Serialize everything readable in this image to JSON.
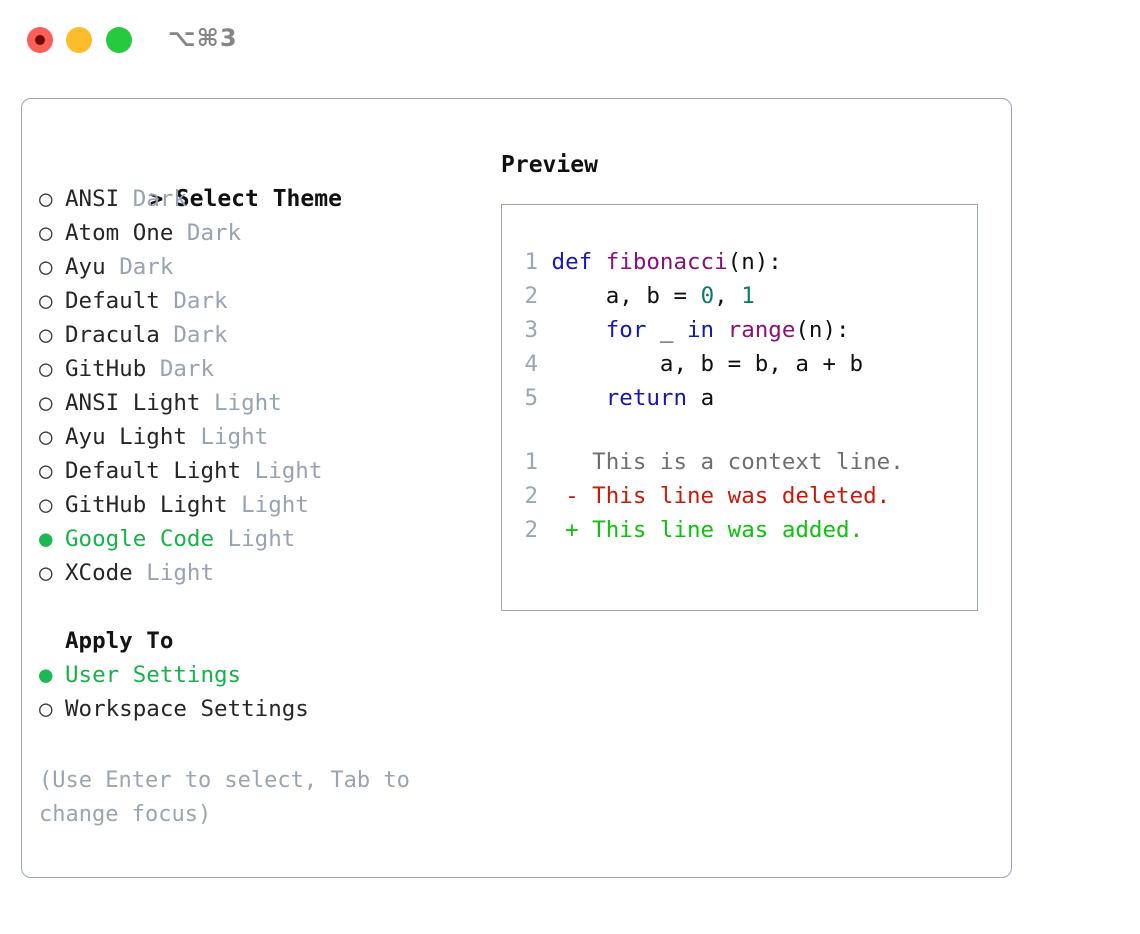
{
  "titlebar": {
    "shortcut": "⌥⌘3",
    "buttons": [
      {
        "name": "close",
        "color": "#fb5f57"
      },
      {
        "name": "minimize",
        "color": "#fdbc2c"
      },
      {
        "name": "maximize",
        "color": "#27c93f"
      }
    ]
  },
  "left": {
    "prompt_marker": ">",
    "title": "Select Theme",
    "themes": [
      {
        "marker": "○",
        "name": "ANSI",
        "kind": "Dark",
        "selected": false
      },
      {
        "marker": "○",
        "name": "Atom One",
        "kind": "Dark",
        "selected": false
      },
      {
        "marker": "○",
        "name": "Ayu",
        "kind": "Dark",
        "selected": false
      },
      {
        "marker": "○",
        "name": "Default",
        "kind": "Dark",
        "selected": false
      },
      {
        "marker": "○",
        "name": "Dracula",
        "kind": "Dark",
        "selected": false
      },
      {
        "marker": "○",
        "name": "GitHub",
        "kind": "Dark",
        "selected": false
      },
      {
        "marker": "○",
        "name": "ANSI Light",
        "kind": "Light",
        "selected": false
      },
      {
        "marker": "○",
        "name": "Ayu Light",
        "kind": "Light",
        "selected": false
      },
      {
        "marker": "○",
        "name": "Default Light",
        "kind": "Light",
        "selected": false
      },
      {
        "marker": "○",
        "name": "GitHub Light",
        "kind": "Light",
        "selected": false
      },
      {
        "marker": "●",
        "name": "Google Code",
        "kind": "Light",
        "selected": true
      },
      {
        "marker": "○",
        "name": "XCode",
        "kind": "Light",
        "selected": false
      }
    ],
    "apply_to_label": "Apply To",
    "apply_options": [
      {
        "marker": "●",
        "name": "User Settings",
        "selected": true
      },
      {
        "marker": "○",
        "name": "Workspace Settings",
        "selected": false
      }
    ],
    "hint": "(Use Enter to select, Tab to change focus)"
  },
  "right": {
    "preview_title": "Preview",
    "code_lines": [
      {
        "no": "1",
        "tokens": [
          {
            "t": "def ",
            "c": "kw"
          },
          {
            "t": "fibonacci",
            "c": "fn"
          },
          {
            "t": "(n):",
            "c": "pln"
          }
        ]
      },
      {
        "no": "2",
        "tokens": [
          {
            "t": "    a, b = ",
            "c": "pln"
          },
          {
            "t": "0",
            "c": "num"
          },
          {
            "t": ", ",
            "c": "pln"
          },
          {
            "t": "1",
            "c": "num"
          }
        ]
      },
      {
        "no": "3",
        "tokens": [
          {
            "t": "    for ",
            "c": "kw"
          },
          {
            "t": "_ ",
            "c": "pln"
          },
          {
            "t": "in ",
            "c": "kw"
          },
          {
            "t": "range",
            "c": "fn"
          },
          {
            "t": "(n):",
            "c": "pln"
          }
        ]
      },
      {
        "no": "4",
        "tokens": [
          {
            "t": "        a, b = b, a + b",
            "c": "pln"
          }
        ]
      },
      {
        "no": "5",
        "tokens": [
          {
            "t": "    return ",
            "c": "kw"
          },
          {
            "t": "a",
            "c": "pln"
          }
        ]
      }
    ],
    "diff_lines": [
      {
        "no": "1",
        "sign": " ",
        "text": " This is a context line.",
        "cls": "ctx"
      },
      {
        "no": "2",
        "sign": "-",
        "text": " This line was deleted.",
        "cls": "del"
      },
      {
        "no": "2",
        "sign": "+",
        "text": " This line was added.",
        "cls": "add"
      }
    ]
  },
  "colors": {
    "accent_green": "#18b24a",
    "diff_added": "#0bc40b",
    "diff_deleted": "#c81a09",
    "muted": "#97a3b2",
    "border": "#9aa6b4",
    "keyword": "#1616bb",
    "function": "#8a1178",
    "number": "#0d7a72"
  }
}
